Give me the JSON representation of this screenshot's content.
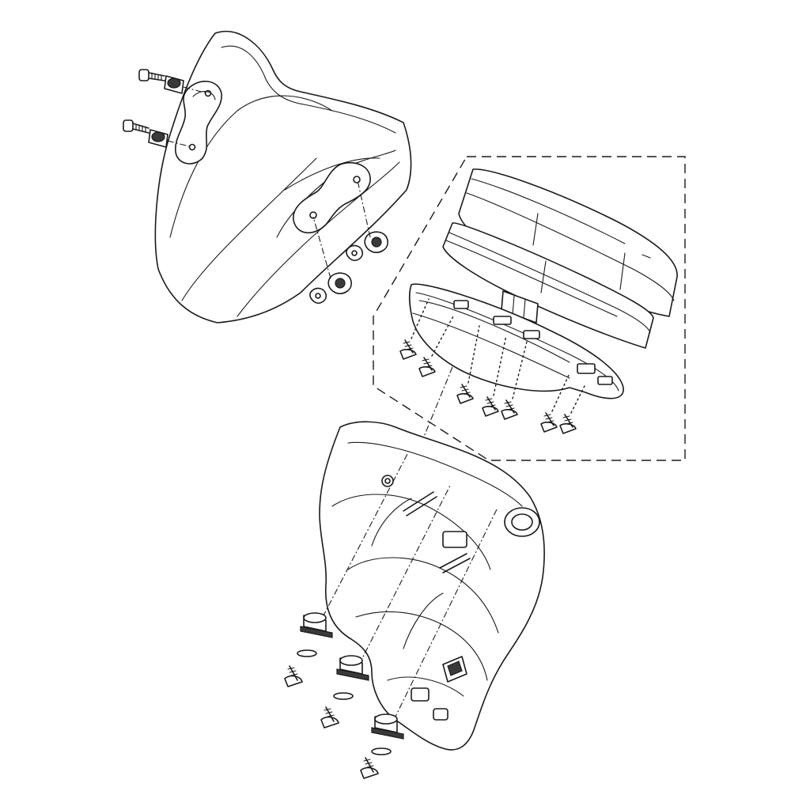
{
  "colors": {
    "line": "#1a1a1a",
    "background": "#ffffff",
    "shade_dark": "#3a3a3a",
    "shade_mid": "#9a9a9a"
  },
  "parts": {
    "windscreen": "windscreen",
    "instrument_cluster": "instrument-cluster",
    "cluster_bezel": "cluster-bezel",
    "cluster_base": "cluster-base",
    "mounting_bracket": "mounting-bracket",
    "screw_count_cluster": 7,
    "grommet_count": 3,
    "windscreen_bolt_count": 4
  }
}
